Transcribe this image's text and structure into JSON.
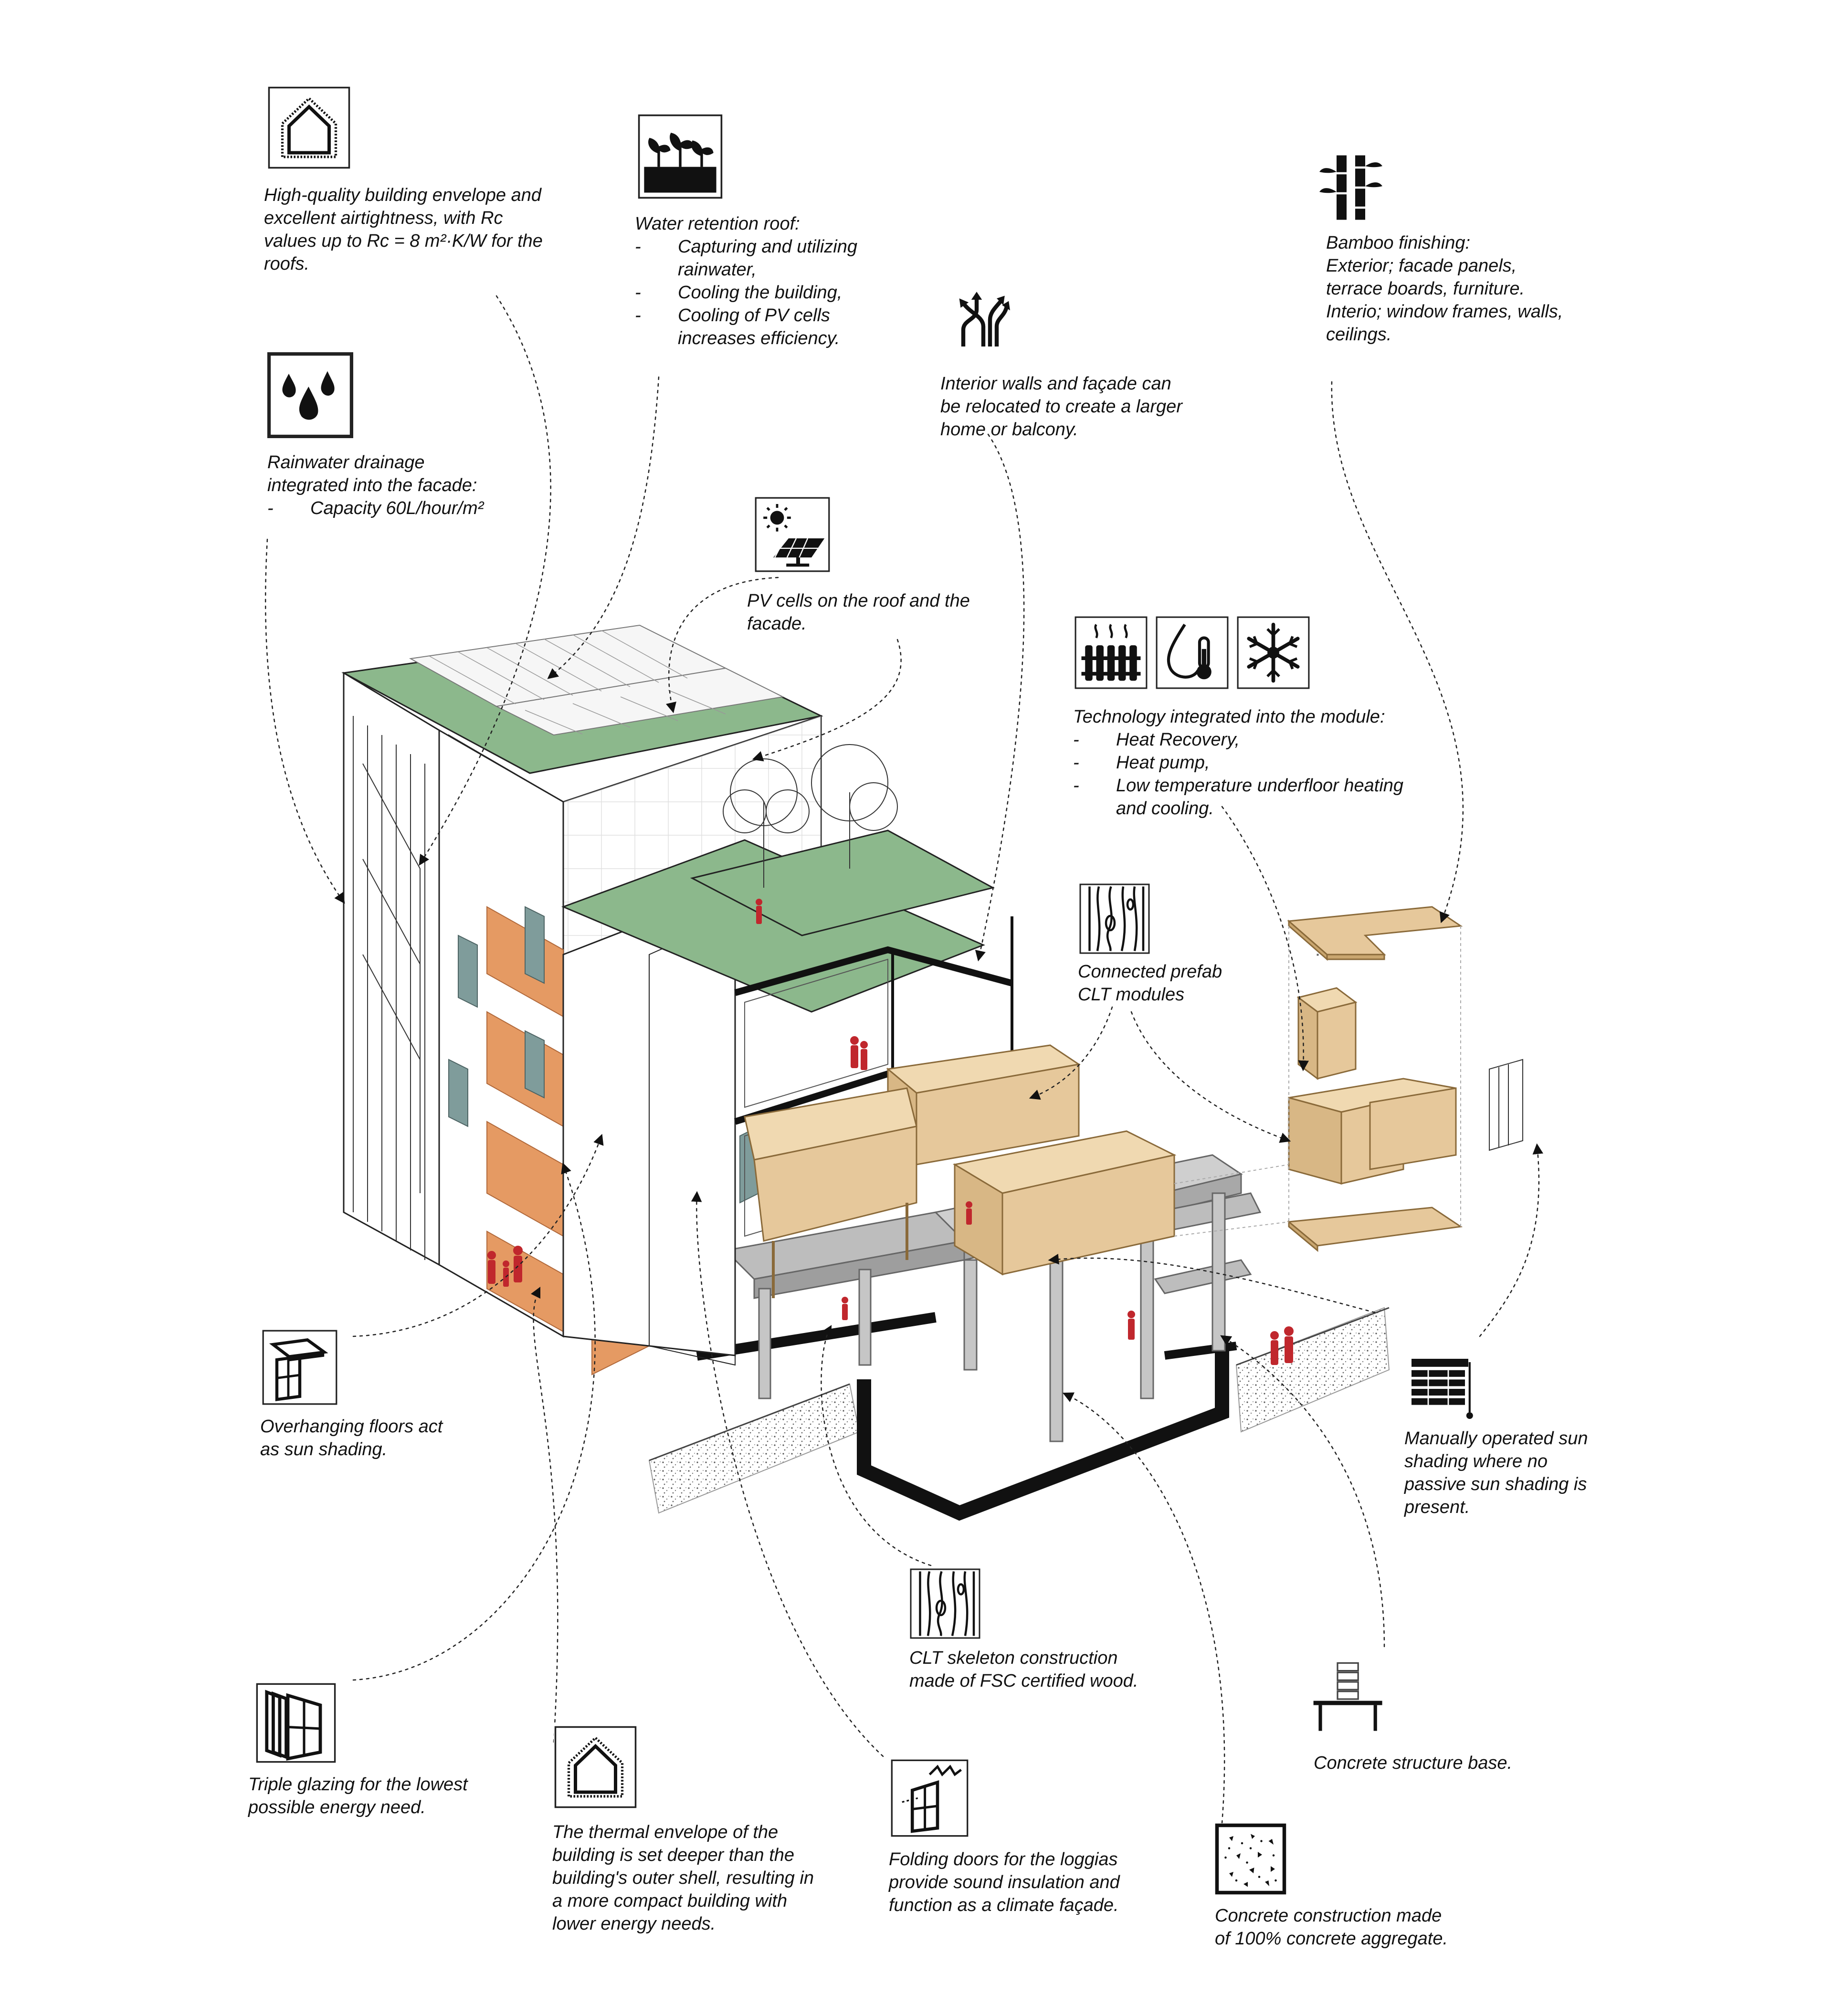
{
  "colors": {
    "wood": "#e6c89b",
    "wood_dark": "#c9a66f",
    "orange_panel": "#e59a63",
    "green_roof": "#8cb88c",
    "teal_shutter": "#7f9c9b",
    "concrete": "#bdbdbd",
    "person_red": "#c0272d",
    "black": "#111111"
  },
  "callouts": {
    "envelope_top": {
      "icon": "house-envelope-icon",
      "lines": [
        "High-quality building envelope and",
        "excellent airtightness, with Rc",
        "values up to Rc = 8 m²·K/W for the",
        "roofs."
      ]
    },
    "water_roof": {
      "icon": "green-roof-plants-icon",
      "title": "Water retention roof:",
      "items": [
        "Capturing and utilizing",
        "rainwater,",
        "Cooling the building,",
        "Cooling of PV cells",
        "increases efficiency."
      ]
    },
    "rainwater": {
      "icon": "water-drops-icon",
      "title_lines": [
        "Rainwater drainage",
        "integrated into the facade:"
      ],
      "items": [
        "Capacity 60L/hour/m²"
      ]
    },
    "interior_walls": {
      "icon": "relocate-arrows-icon",
      "lines": [
        "Interior walls and façade can",
        "be relocated to create a larger",
        "home or balcony."
      ]
    },
    "bamboo": {
      "icon": "bamboo-icon",
      "lines": [
        "Bamboo finishing:",
        "Exterior; facade panels,",
        "terrace boards, furniture.",
        "Interio; window frames, walls,",
        "ceilings."
      ]
    },
    "pv": {
      "icon": "solar-panel-icon",
      "lines": [
        "PV cells on the roof and the",
        "facade."
      ]
    },
    "technology": {
      "icons": [
        "radiator-icon",
        "thermometer-drop-icon",
        "snowflake-icon"
      ],
      "title": "Technology integrated into the module:",
      "items": [
        "Heat Recovery,",
        "Heat pump,",
        "Low temperature underfloor heating",
        "and cooling."
      ]
    },
    "clt_modules": {
      "icon": "wood-grain-icon",
      "lines": [
        "Connected prefab",
        "CLT modules"
      ]
    },
    "overhang": {
      "icon": "overhang-shading-icon",
      "lines": [
        "Overhanging floors act",
        "as sun shading."
      ]
    },
    "manual_shading": {
      "icon": "blinds-icon",
      "lines": [
        "Manually operated sun",
        "shading where no",
        "passive sun shading is",
        "present."
      ]
    },
    "clt_skeleton": {
      "icon": "wood-grain-icon",
      "lines": [
        "CLT skeleton construction",
        "made of FSC certified wood."
      ]
    },
    "triple_glazing": {
      "icon": "triple-glazing-icon",
      "lines": [
        "Triple glazing for the lowest",
        "possible energy need."
      ]
    },
    "concrete_base": {
      "icon": "concrete-base-icon",
      "lines": [
        "Concrete structure base."
      ]
    },
    "thermal_envelope": {
      "icon": "house-envelope-icon",
      "lines": [
        "The thermal envelope of the",
        "building is set deeper than the",
        "building's outer shell, resulting in",
        "a more compact building with",
        "lower energy needs."
      ]
    },
    "folding_doors": {
      "icon": "folding-door-icon",
      "lines": [
        "Folding doors for the loggias",
        "provide sound insulation and",
        "function as a climate façade."
      ]
    },
    "concrete_aggregate": {
      "icon": "concrete-aggregate-icon",
      "lines": [
        "Concrete construction made",
        "of 100% concrete aggregate."
      ]
    }
  }
}
